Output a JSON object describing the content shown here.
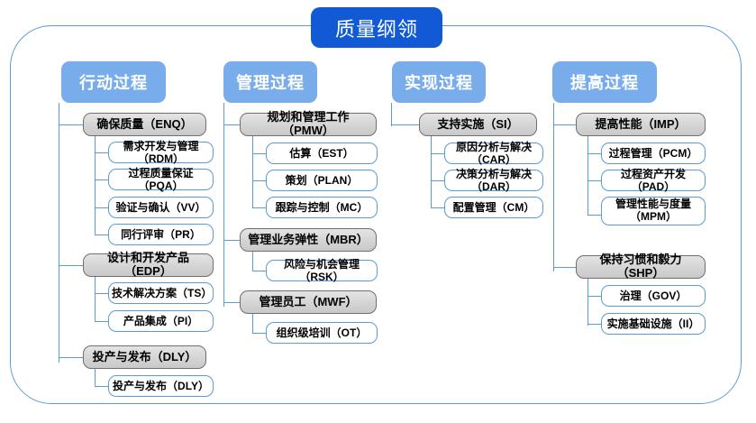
{
  "diagram": {
    "title": "质量纲领",
    "frame_color": "#5b9bd5",
    "title_color": "#1259d6",
    "header_color": "#79aceb",
    "group_fill": "#d4d4d4",
    "group_border": "#6f6f6f",
    "leaf_border": "#5b9bd5"
  },
  "columns": [
    {
      "header": "行动过程",
      "groups": [
        {
          "label": "确保质量（ENQ）",
          "items": [
            "需求开发与管理（RDM）",
            "过程质量保证（PQA）",
            "验证与确认（VV）",
            "同行评审（PR）"
          ]
        },
        {
          "label": "设计和开发产品（EDP）",
          "items": [
            "技术解决方案（TS）",
            "产品集成（PI）"
          ]
        },
        {
          "label": "投产与发布（DLY）",
          "items": [
            "投产与发布（DLY）"
          ]
        }
      ]
    },
    {
      "header": "管理过程",
      "groups": [
        {
          "label": "规划和管理工作（PMW）",
          "items": [
            "估算（EST）",
            "策划（PLAN）",
            "跟踪与控制（MC）"
          ]
        },
        {
          "label": "管理业务弹性（MBR）",
          "items": [
            "风险与机会管理（RSK）"
          ]
        },
        {
          "label": "管理员工（MWF）",
          "items": [
            "组织级培训（OT）"
          ]
        }
      ]
    },
    {
      "header": "实现过程",
      "groups": [
        {
          "label": "支持实施（SI）",
          "items": [
            "原因分析与解决（CAR）",
            "决策分析与解决（DAR）",
            "配置管理（CM）"
          ]
        }
      ]
    },
    {
      "header": "提高过程",
      "groups": [
        {
          "label": "提高性能（IMP）",
          "items": [
            "过程管理（PCM）",
            "过程资产开发（PAD）",
            "管理性能与度量\n（MPM）"
          ]
        },
        {
          "label": "保持习惯和毅力（SHP）",
          "items": [
            "治理（GOV）",
            "实施基础设施（II）"
          ]
        }
      ]
    }
  ]
}
